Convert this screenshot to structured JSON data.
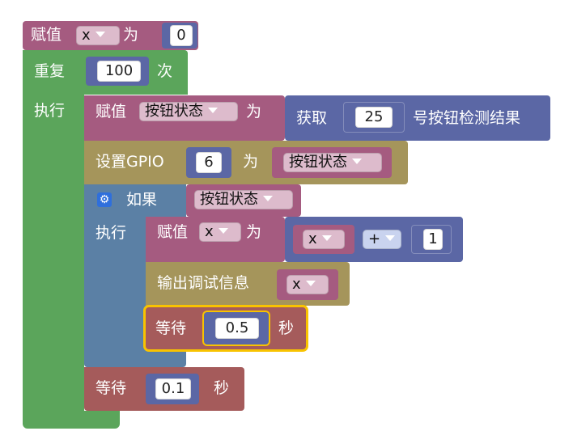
{
  "canvas": {
    "background": "#ffffff"
  },
  "colors": {
    "variables": "#a55b80",
    "loops": "#5ba55b",
    "math": "#5b67a5",
    "logic": "#5b80a5",
    "io": "#a5955b",
    "time": "#a55b5b",
    "selected_outline": "#f8c300",
    "dropdown_var": "#ddbbcc"
  },
  "blocks": {
    "assign_top": {
      "prefix": "赋值",
      "var": "x",
      "suffix": "为",
      "value": "0"
    },
    "repeat": {
      "label": "重复",
      "count": "100",
      "unit": "次",
      "do_label": "执行"
    },
    "assign_btn": {
      "prefix": "赋值",
      "var": "按钮状态",
      "suffix": "为",
      "get_label": "获取",
      "pin": "25",
      "get_suffix": "号按钮检测结果"
    },
    "set_gpio": {
      "prefix": "设置GPIO",
      "pin": "6",
      "mid": "为",
      "var": "按钮状态"
    },
    "if_block": {
      "label": "如果",
      "cond_var": "按钮状态",
      "do_label": "执行"
    },
    "assign_x": {
      "prefix": "赋值",
      "var": "x",
      "suffix": "为",
      "left": "x",
      "op": "+",
      "right": "1"
    },
    "print": {
      "label": "输出调试信息",
      "var": "x"
    },
    "wait_inner": {
      "label": "等待",
      "value": "0.5",
      "unit": "秒"
    },
    "wait_outer": {
      "label": "等待",
      "value": "0.1",
      "unit": "秒"
    }
  },
  "icons": {
    "gear": "gear-icon",
    "dropdown": "dropdown-arrow-icon"
  }
}
